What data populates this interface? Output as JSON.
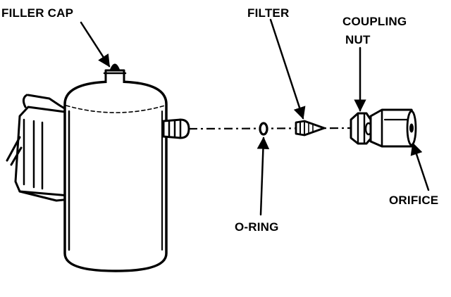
{
  "diagram": {
    "labels": {
      "filler_cap": "FILLER CAP",
      "filter": "FILTER",
      "coupling_line1": "COUPLING",
      "coupling_line2": "NUT",
      "o_ring": "O-RING",
      "orifice": "ORIFICE"
    },
    "colors": {
      "ink": "#000000",
      "background": "#ffffff"
    }
  }
}
